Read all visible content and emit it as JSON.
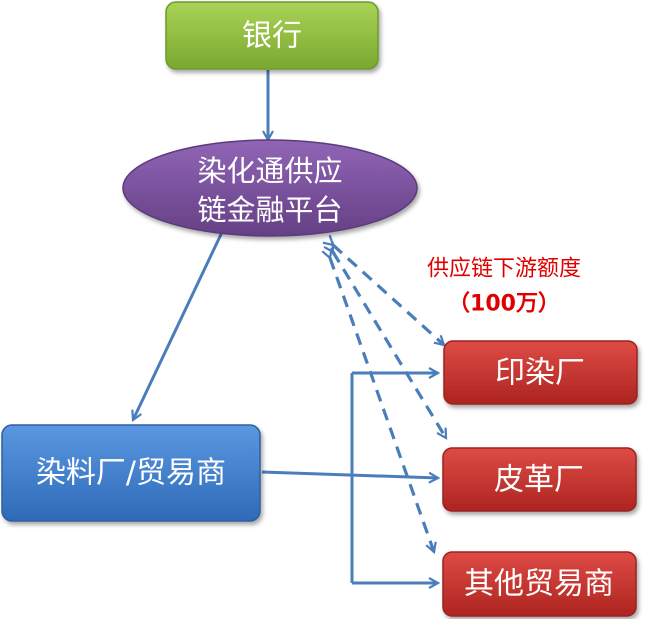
{
  "nodes": {
    "bank": {
      "label": "银行"
    },
    "platform": {
      "line1": "染化通供应",
      "line2": "链金融平台"
    },
    "dye_trader": {
      "label": "染料厂/贸易商"
    },
    "printing_dyeing": {
      "label": "印染厂"
    },
    "leather": {
      "label": "皮革厂"
    },
    "other_traders": {
      "label": "其他贸易商"
    }
  },
  "annotation": {
    "credit_label": "供应链下游额度",
    "credit_amount": "（100万）"
  },
  "colors": {
    "bank_fill": "#8fbc3c",
    "bank_stroke": "#6e9a2a",
    "platform_fill": "#7a4e9e",
    "platform_stroke": "#5b3a7a",
    "dye_trader_fill": "#3f7fcf",
    "dye_trader_stroke": "#2d5f9f",
    "downstream_fill": "#c6302b",
    "downstream_stroke": "#9a2420",
    "arrow": "#4a7ebb",
    "annotation_text": "#e00000"
  }
}
